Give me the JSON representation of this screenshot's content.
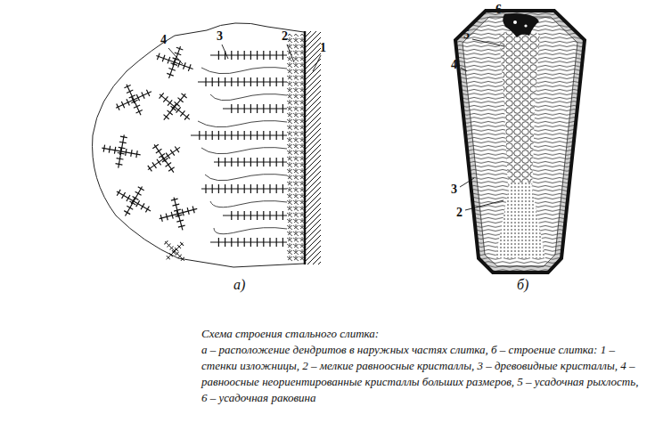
{
  "diagram": {
    "title": "Схема строения стального слитка:",
    "caption": "а – расположение дендритов в наружных частях слитка, б – строение слитка: 1 – стенки изложницы, 2 – мелкие равноосные кристаллы, 3 – древовидные кристаллы, 4 – равноосные неориентированные кристаллы больших размеров, 5 – усадочная рыхлость, 6 – усадочная раковина",
    "labels": [
      "4",
      "3",
      "2",
      "1",
      "а)",
      "6",
      "5",
      "4",
      "3",
      "2",
      "б)"
    ]
  }
}
